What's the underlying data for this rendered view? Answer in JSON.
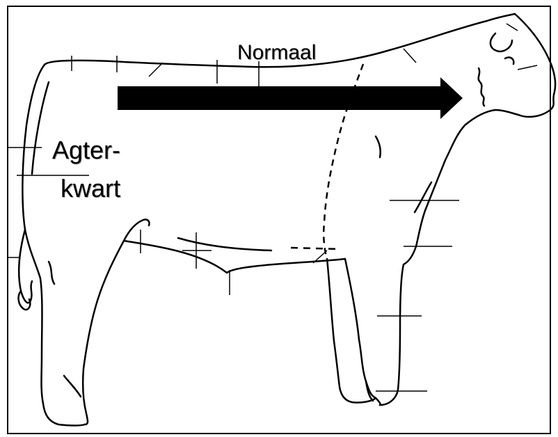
{
  "labels": {
    "direction": "Normaal",
    "region_line1": "Agter-",
    "region_line2": "kwart"
  },
  "colors": {
    "outline": "#000000",
    "background": "#ffffff",
    "text_shadow": "#9a9a9a"
  }
}
